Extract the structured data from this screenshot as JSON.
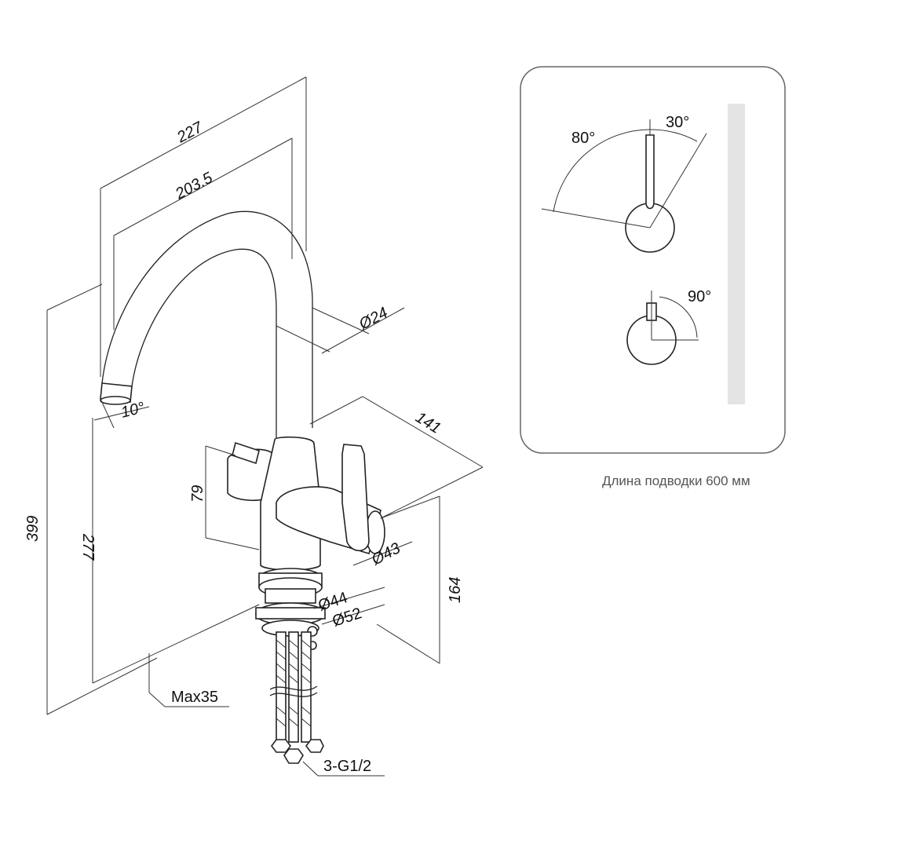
{
  "dimensions": {
    "spout_length": "227",
    "spout_reach": "203.5",
    "spout_diameter": "Ø24",
    "spout_angle": "10°",
    "total_height": "399",
    "outlet_height": "277",
    "handle_height": "79",
    "handles_width": "141",
    "body_diameter": "Ø43",
    "base_diameter_inner": "Ø44",
    "base_diameter_outer": "Ø52",
    "body_height": "164",
    "max_countertop": "Max35",
    "connections": "3-G1/2"
  },
  "rotation_panel": {
    "angle_left": "80°",
    "angle_right": "30°",
    "angle_filter": "90°",
    "hose_note": "Длина подводки 600 мм"
  }
}
